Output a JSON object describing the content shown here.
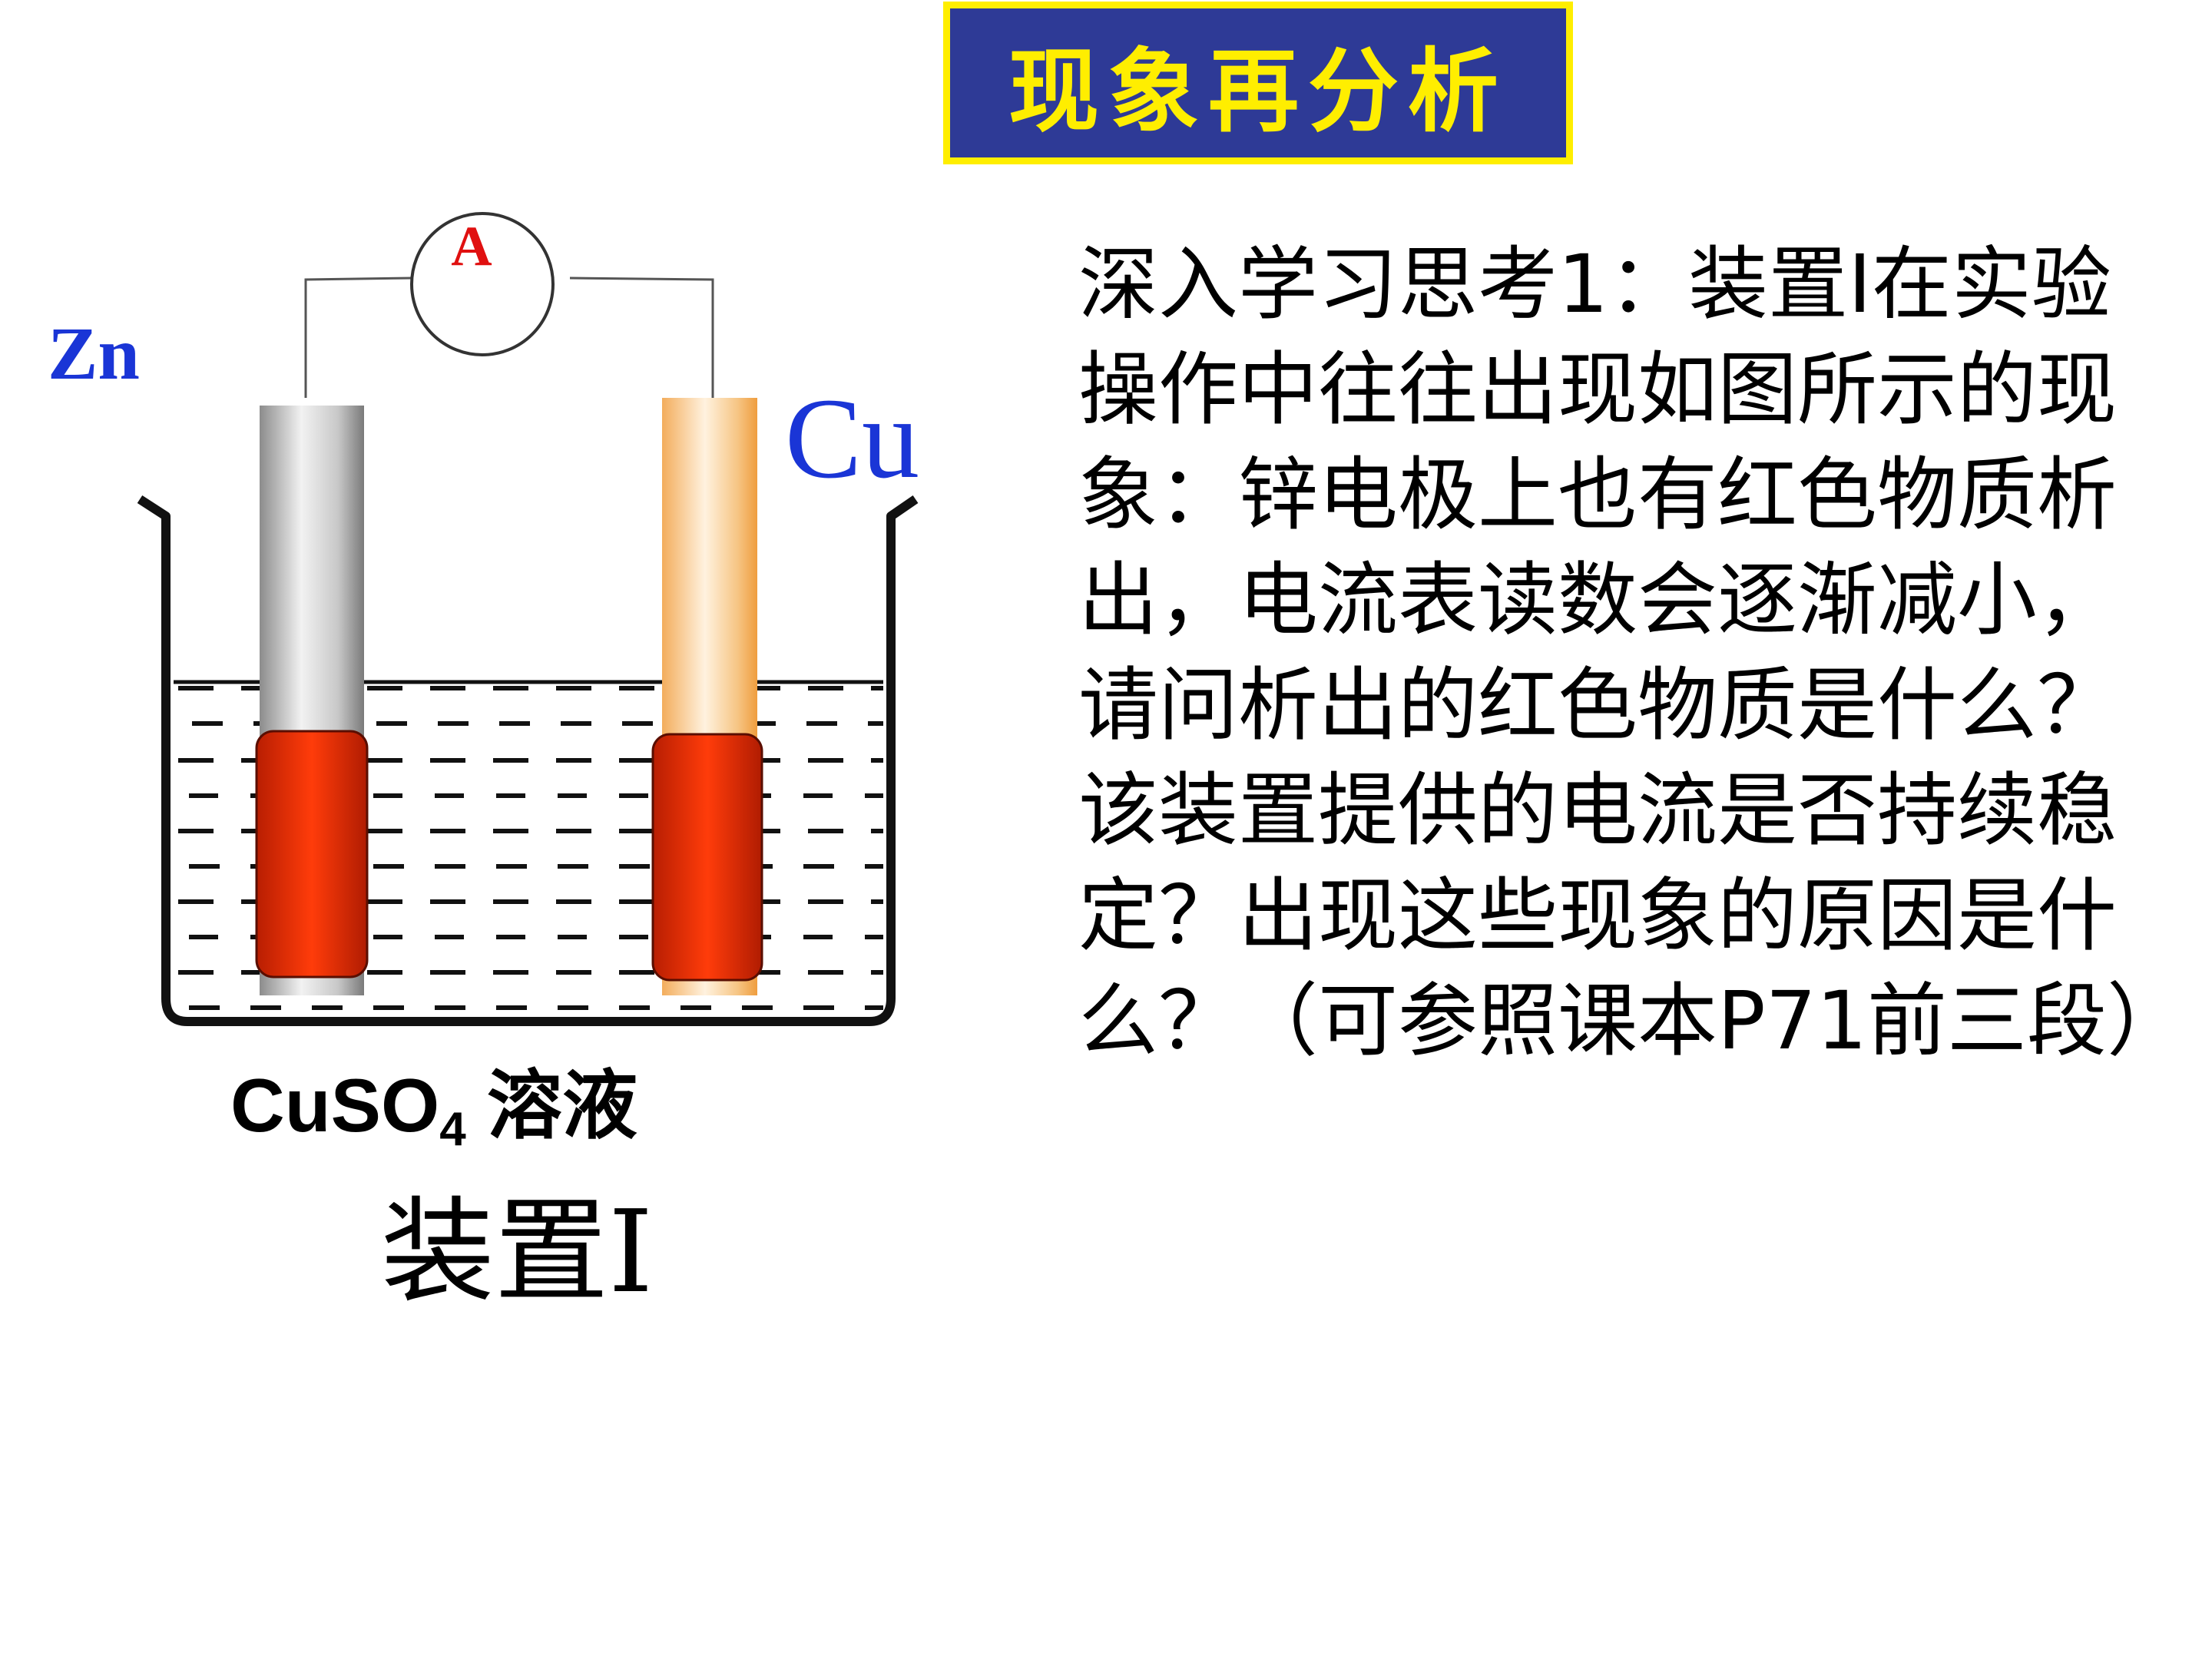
{
  "title": "现象再分析",
  "labels": {
    "zn": "Zn",
    "cu": "Cu",
    "ammeter": "A",
    "solution_formula": "CuSO",
    "solution_subscript": "4",
    "solution_word": " 溶液",
    "apparatus_caption": "装置Ⅰ"
  },
  "question": "深入学习思考1：装置Ⅰ在实验操作中往往出现如图所示的现象：锌电极上也有红色物质析出，电流表读数会逐渐减小，请问析出的红色物质是什么？该装置提供的电流是否持续稳定？出现这些现象的原因是什么？（可参照课本P71前三段）",
  "colors": {
    "title_background": "#2e3a96",
    "title_border": "#ffee00",
    "title_text": "#ffee00",
    "element_label": "#1a35d6",
    "ammeter_label": "#e01010",
    "deposit": "#e8320a"
  }
}
